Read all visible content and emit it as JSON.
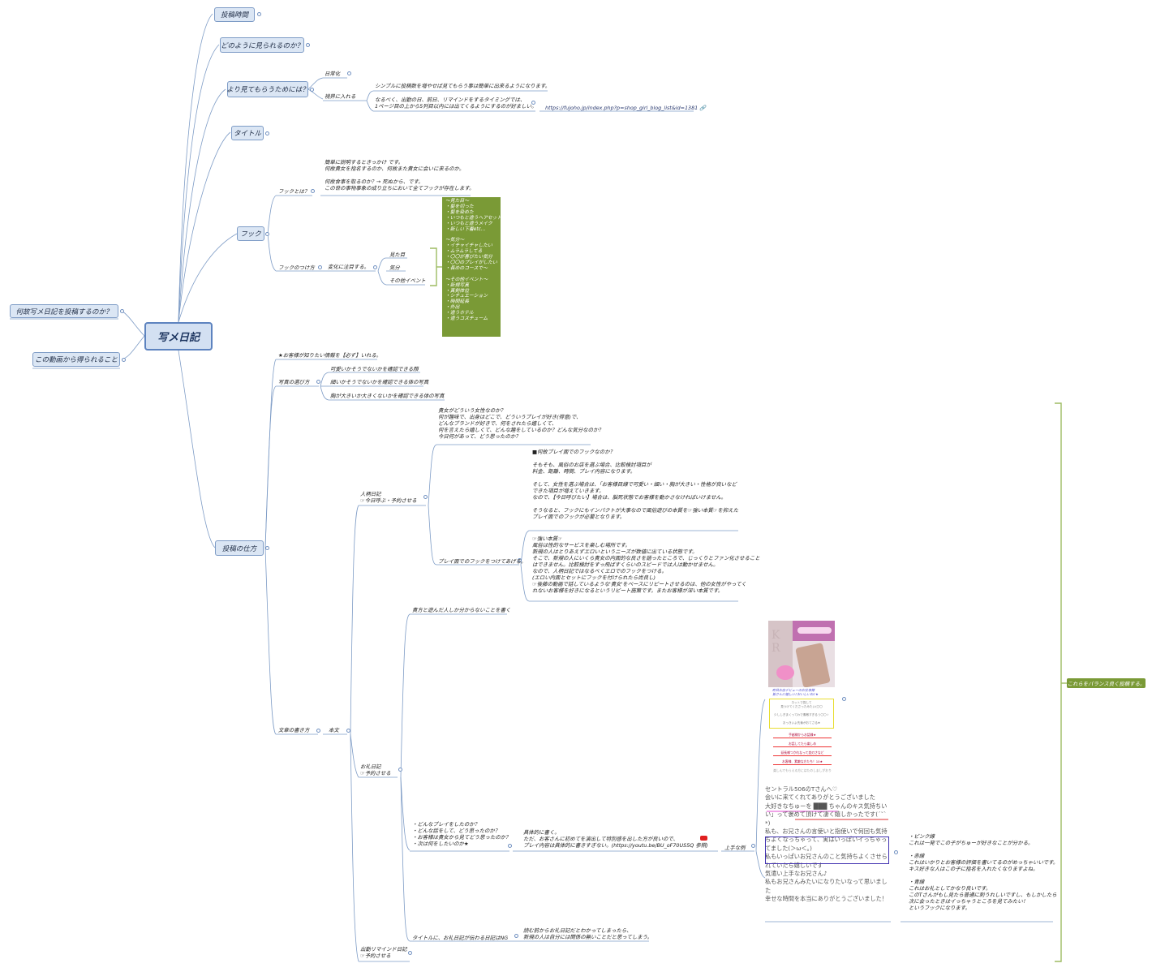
{
  "title": "写メ日記",
  "left_nodes": [
    "何故写メ日記を投稿するのか？",
    "この動画から得られること"
  ],
  "top_nodes": [
    "投稿時間",
    "どのように見られるのか？",
    "より見てもらうためには？",
    "タイトル",
    "フック",
    "投稿の仕方"
  ],
  "mitemorau": {
    "nichijoka": "日常化",
    "shikai": "視界に入れる",
    "simple": "シンプルに投稿数を増やせば見てもらう事は簡単に出来るようになります。",
    "nurubeku": "なるべく、出勤の日、前日、リマインドをするタイミングでは、\n1ページ目の上から5列目以内には出てくるようにするのが好ましい。",
    "url": "https://fujoho.jp/index.php?p=shop_girl_blog_list&id=1381"
  },
  "hook": {
    "what_label": "フックとは？",
    "what_text": "簡単に説明するときっかけ です。\n何故貴女を指名するのか、何故また貴女に会いに来るのか。\n\n何故食事を取るのか？→ 死ぬから、です。\nこの世の事物事象の成り立ちにおいて全てフックが存在します。",
    "tsukekata": "フックのつけ方",
    "henka": "変化に注目する。",
    "items": [
      "見た目",
      "気分",
      "その他イベント"
    ],
    "greenbox": "～見た目～\n・髪を切った\n・髪を染めた\n・いつもと違うヘアセット\n・いつもと違うメイク\n・新しい下着etc…\n\n～気分～\n・イチャイチャしたい\n・ムラムラしてる\n・〇〇が喜びたい気分\n・〇〇のプレイがしたい\n・長めのコースで～\n\n～その他イベント～\n・新規写真\n・真剣体位\n・シチュエーション\n・時間延長\n・外出\n・違うホテル\n・違うコスチューム"
  },
  "posting": {
    "oshiete": "★お客様が知りたい情報を【必ず】いれる。",
    "photo_label": "写真の選び方",
    "photo_items": [
      "可愛いかそうでないかを確認できる顔",
      "細いかそうでないかを確認できる体の写真",
      "胸が大きいか大きくないかを確認できる体の写真"
    ],
    "bunsho": "文章の書き方",
    "honbun": "本文",
    "jinmyaku": "人柄日記\n☞今日呼ぶ・予約させる",
    "jinmyaku_q": "貴女がどういう女性なのか？\n何が趣味で、出身はどこで、どういうプレイが好き(得意)で、\nどんなブランドが好きで、何をされたら嬉しくて、\n何を言えたら嬉しくて、どんな趣をしているのか？どんな気分なのか？\n今日何があって、どう思ったのか？",
    "play_label": "プレイ面でのフックをつけてあげる。",
    "why_play": "■何故プレイ面でのフックなのか？\n\nそもそも、風俗のお店を選ぶ場合、比較検討項目が\n料金、距離、時間、プレイ内容になります。\n\nそして、女性を選ぶ場合は、「お客様目線で可愛い・細い・胸が大きい・性格が良いなど\nできた項目が増えていきます。\nなので、【今日呼びたい】場合は、脳死状態でお客様を動かさなければいけません。\n\nそうなると、フックにもインパクトが大事なので風俗遊びの本質を☞強い本質☞を抑えた\nプレイ面でのフックが必要となります。",
    "strong": "☞強い本質☞\n風俗は性的なサービスを楽しむ場所です。\n新規の人はとりあえずエロいというニーズが数値に出ている状態です。\nそこで、新規の人にいくら貴女の内面的な良さを語ったところで、じっくりとファン化させること\nはできません。比較検討をすっ飛ばすくらいのスピードでは人は動かせません。\nなので、人柄日記ではなるべくエロでのフックをつける。\n(エロい内面とセットにフックを付けられたら尚良し)\n☞後藤の動画で話しているような'貴女'をベースにリピートさせるのは、他の女性がやってく\nれないお客様を好きになるというリピート施策です。またお客様が深い本質です。",
    "kimitachi": "貴方と遊んだ人しか分からないことを書く",
    "orei": "お礼日記\n☞予約させる",
    "dono": "・どんなプレイをしたのか？\n・どんな話をして、どう思ったのか？\n・お客様は貴女から見てどう思ったのか？\n・次は何をしたいのか★",
    "gutaiteki": "具体的に書く。\nただ、お客さんに初めてを演出して特別感を出した方が良いので、\nプレイ内容は具体的に書きすぎない。(https://youtu.be/BU_oF70US5Q 参照)",
    "jozu": "上手な例",
    "photo_caption": "昨日お店デビューのお仕事様\n皆さんに嬉しい♪おいしいね♪★",
    "yellow_text": "ネットで探して\n見つけてくださったみたい(〇〇\n\n少ししぎまくってわで素敵すぎるぅ〇〇☆\n\nおっきいよ先輩がおてさる★",
    "red_lines": [
      "手越様からお話様★",
      "お話してたら楽しめ",
      "延長様つかれなって恋刃さなど",
      "お客様、素敵な方たち！10★",
      "楽しんでもらえる方にはたのしましがおり"
    ],
    "example_text": "セントラル506のTさんへ♡\n会いに来てくれてありがとうございました\n大好きなちゅーを ███ ちゃんのキス気持ちい\nい」って褒めて頂けて凄く嬉しかったです(´˘`\n*)\n私も、お兄さんの言使いと指使いで何回も気持\nちよくなっちゃって、実はいっぱいイっちゃっ\nてました(＞ω＜｡)\n私もいっぱいお兄さんのこと気持ちよくさせら\nれていたら嬉しいです\n気遣い上手なお兄さん♪\n私もお兄さんみたいになりたいなって思いまし\nた\n幸せな時間を本当にありがとうございました！",
    "pink": "・ピンク線\nこれは一発でこの子がちゅーが好きなことが分かる。\n\n・赤線\nこれはいかりとお客様の評価を書いてるのがめっちゃいいです。\nキス好きな人はこの子に指名を入れたくなりますよね。\n\n・青線\nこれはお礼としてかなり良いです。\nこのTさんがもし見たら普通に刺うれしいですし、もしかしたら\n次に会ったときはイっちゃうところを見てみたい！\nというフックになります。",
    "shukkin": "出勤リマインド日記\n☞予約させる",
    "title_line": "タイトルに、お礼日記が伝わる日記はNG",
    "title_reason": "読む前からお礼日記だとわかってしまったら、\n新規の人は自分には関係の無いことだと思ってしまう。",
    "balance": "これらをバランス良く投稿する。"
  }
}
